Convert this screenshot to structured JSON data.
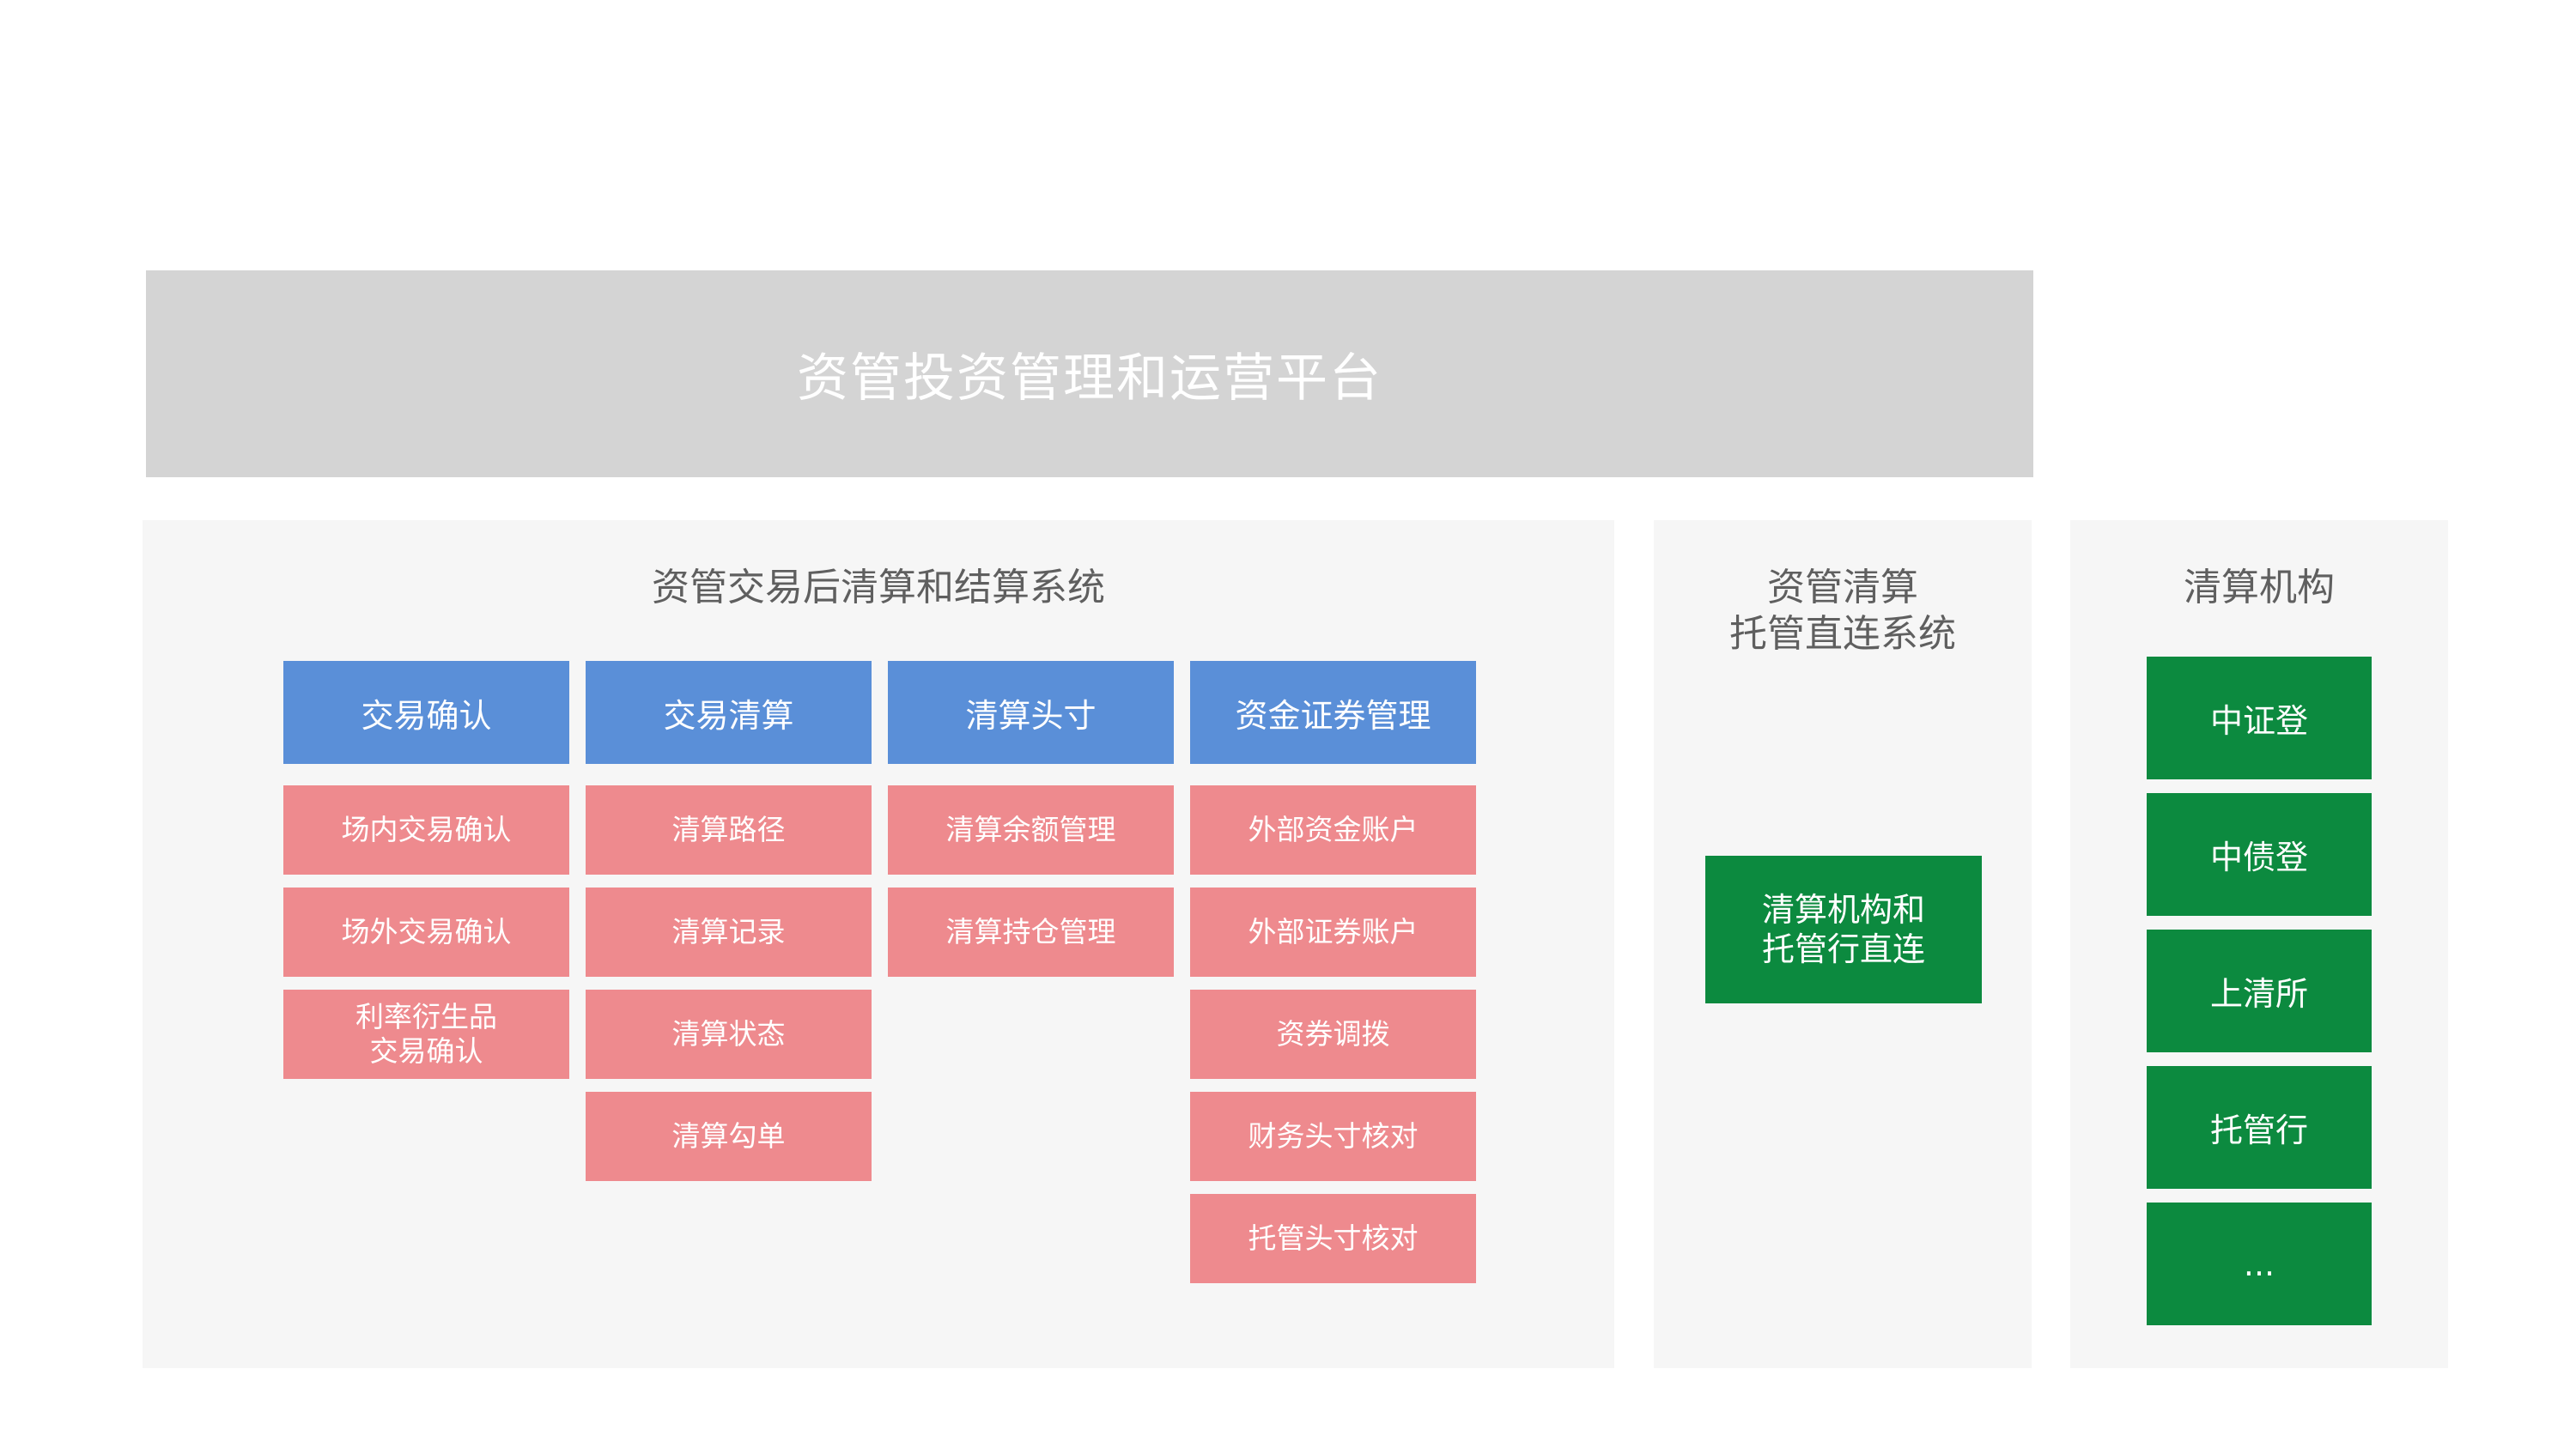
{
  "platform": {
    "title": "资管投资管理和运营平台"
  },
  "main_system": {
    "title": "资管交易后清算和结算系统",
    "columns": [
      {
        "header": "交易确认",
        "items": [
          {
            "lines": [
              "场内交易确认"
            ]
          },
          {
            "lines": [
              "场外交易确认"
            ]
          },
          {
            "lines": [
              "利率衍生品",
              "交易确认"
            ]
          }
        ]
      },
      {
        "header": "交易清算",
        "items": [
          {
            "lines": [
              "清算路径"
            ]
          },
          {
            "lines": [
              "清算记录"
            ]
          },
          {
            "lines": [
              "清算状态"
            ]
          },
          {
            "lines": [
              "清算勾单"
            ]
          }
        ]
      },
      {
        "header": "清算头寸",
        "items": [
          {
            "lines": [
              "清算余额管理"
            ]
          },
          {
            "lines": [
              "清算持仓管理"
            ]
          }
        ]
      },
      {
        "header": "资金证券管理",
        "items": [
          {
            "lines": [
              "外部资金账户"
            ]
          },
          {
            "lines": [
              "外部证券账户"
            ]
          },
          {
            "lines": [
              "资券调拨"
            ]
          },
          {
            "lines": [
              "财务头寸核对"
            ]
          },
          {
            "lines": [
              "托管头寸核对"
            ]
          }
        ]
      }
    ]
  },
  "custody_system": {
    "title_lines": [
      "资管清算",
      "托管直连系统"
    ],
    "box_lines": [
      "清算机构和",
      "托管行直连"
    ]
  },
  "clearing_institutions": {
    "title": "清算机构",
    "items": [
      "中证登",
      "中债登",
      "上清所",
      "托管行",
      "..."
    ]
  },
  "colors": {
    "platform_bg": "#d4d4d4",
    "panel_bg": "#f6f6f6",
    "header_blue": "#5a8fd8",
    "item_pink": "#ee8a8e",
    "box_green": "#0c8a3f"
  }
}
